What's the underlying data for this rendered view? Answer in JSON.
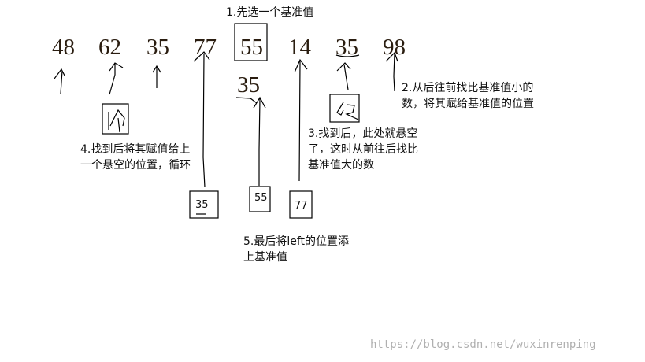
{
  "array": [
    "48",
    "62",
    "35",
    "77",
    "55",
    "14",
    "35",
    "98"
  ],
  "pivot_copy": "35",
  "step1": "1.先选一个基准值",
  "step2": [
    "2.从后往前找比基准值小的",
    "数，将其赋给基准值的位置"
  ],
  "step3": [
    "3.找到后，此处就悬空",
    "了，这时从前往后找比",
    "基准值大的数"
  ],
  "step4": [
    "4.找到后将其赋值给上",
    "一个悬空的位置，循环"
  ],
  "step5": [
    "5.最后将left的位置添",
    "上基准值"
  ],
  "boxes": {
    "a": "35",
    "b": "55",
    "c": "77"
  },
  "watermark": "https://blog.csdn.net/wuxinrenping"
}
